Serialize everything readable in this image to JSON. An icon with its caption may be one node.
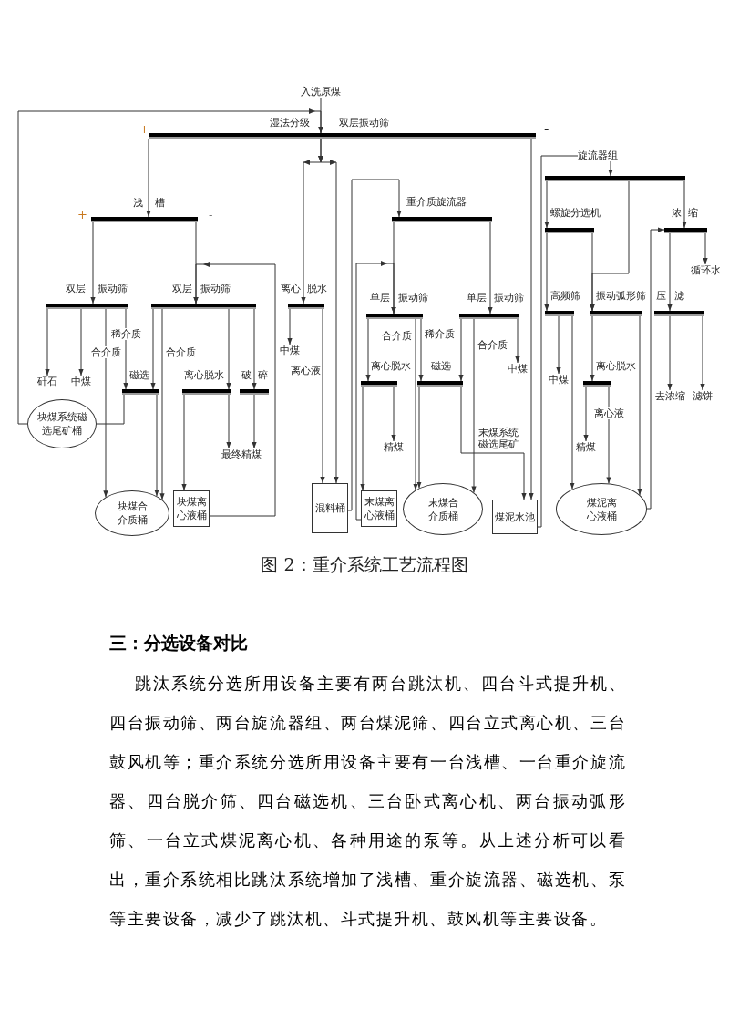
{
  "diagram": {
    "caption": "图 2：重介系统工艺流程图",
    "nodes": [
      {
        "text": [
          "入洗原煤"
        ]
      },
      {
        "text": [
          "湿法分级",
          "双层振动筛"
        ]
      },
      {
        "text": [
          "旋流器组"
        ]
      },
      {
        "text": [],
        "shape": "bar"
      },
      {
        "text": [
          "浅",
          "槽"
        ]
      },
      {
        "text": [
          "重介质旋流器"
        ]
      },
      {
        "text": [
          "螺旋分选机"
        ]
      },
      {
        "text": [
          "浓",
          "缩"
        ]
      },
      {
        "text": [
          "离心",
          "脱水"
        ]
      },
      {
        "text": [
          "双层",
          "振动筛"
        ]
      },
      {
        "text": [
          "双层",
          "振动筛"
        ]
      },
      {
        "text": [
          "单层",
          "振动筛"
        ]
      },
      {
        "text": [
          "单层",
          "振动筛"
        ]
      },
      {
        "text": [
          "高频筛"
        ]
      },
      {
        "text": [
          "振动弧形筛"
        ]
      },
      {
        "text": [
          "压",
          "滤"
        ]
      },
      {
        "text": [
          "循环水"
        ]
      },
      {
        "text": [
          "中煤"
        ]
      },
      {
        "text": [
          "中煤"
        ]
      },
      {
        "text": [
          "矸石"
        ]
      },
      {
        "text": [
          "中煤"
        ]
      },
      {
        "text": [
          "磁选"
        ]
      },
      {
        "text": [
          "离心脱水"
        ]
      },
      {
        "text": [
          "破",
          "碎"
        ]
      },
      {
        "text": [
          "离心脱水"
        ]
      },
      {
        "text": [
          "磁选"
        ]
      },
      {
        "text": [
          "中煤"
        ]
      },
      {
        "text": [
          "离心脱水"
        ]
      },
      {
        "text": [
          "去浓缩"
        ]
      },
      {
        "text": [
          "滤饼"
        ]
      },
      {
        "text": [
          "块煤系统磁选尾矿桶"
        ]
      },
      {
        "text": [
          "精煤"
        ]
      },
      {
        "text": [
          "精煤"
        ]
      },
      {
        "text": [
          "最终精煤"
        ]
      },
      {
        "text": [
          "块煤合介质桶"
        ]
      },
      {
        "text": [
          "块煤离心液桶"
        ]
      },
      {
        "text": [
          "混料桶"
        ]
      },
      {
        "text": [
          "末煤离心液桶"
        ]
      },
      {
        "text": [
          "末煤合介质桶"
        ]
      },
      {
        "text": [
          "煤泥水池"
        ]
      },
      {
        "text": [
          "煤泥离心液桶"
        ]
      }
    ],
    "edges": [
      {
        "from": 0,
        "to": 1,
        "arrow": "to"
      },
      {
        "from": 30,
        "to": 1,
        "arrow": "to"
      },
      {
        "from": 1,
        "to": 4,
        "arrow": "to"
      },
      {
        "from": 1,
        "to": 39,
        "arrow": "to"
      },
      {
        "from": 1,
        "to": 8,
        "arrow": "to"
      },
      {
        "from": 1,
        "to": 36,
        "arrow": "to"
      },
      {
        "from": 39,
        "to": 2,
        "arrow": "none"
      },
      {
        "from": 2,
        "to": 3,
        "arrow": "to"
      },
      {
        "from": 4,
        "to": 9,
        "arrow": "to"
      },
      {
        "from": 4,
        "to": 10,
        "arrow": "to"
      },
      {
        "from": 35,
        "to": 10,
        "arrow": "to"
      },
      {
        "from": 36,
        "to": 5,
        "arrow": "to"
      },
      {
        "from": 37,
        "to": 11,
        "arrow": "to"
      },
      {
        "from": 5,
        "to": 11,
        "arrow": "to"
      },
      {
        "from": 5,
        "to": 12,
        "arrow": "to"
      },
      {
        "from": 3,
        "to": 6,
        "arrow": "to"
      },
      {
        "from": 3,
        "to": 14,
        "arrow": "to"
      },
      {
        "from": 3,
        "to": 7,
        "arrow": "to"
      },
      {
        "from": 40,
        "to": 7,
        "arrow": "to"
      },
      {
        "from": 8,
        "to": 17,
        "arrow": "to"
      },
      {
        "from": 8,
        "to": 36,
        "arrow": "to",
        "label": "离心液"
      },
      {
        "from": 9,
        "to": 19,
        "arrow": "to"
      },
      {
        "from": 9,
        "to": 20,
        "arrow": "to"
      },
      {
        "from": 9,
        "to": 34,
        "arrow": "to",
        "label": "合介质"
      },
      {
        "from": 9,
        "to": 21,
        "arrow": "to",
        "label": "稀介质"
      },
      {
        "from": 10,
        "to": 21,
        "arrow": "to"
      },
      {
        "from": 10,
        "to": 34,
        "arrow": "to",
        "label": "合介质"
      },
      {
        "from": 10,
        "to": 22,
        "arrow": "to"
      },
      {
        "from": 10,
        "to": 23,
        "arrow": "to"
      },
      {
        "from": 11,
        "to": 24,
        "arrow": "to"
      },
      {
        "from": 11,
        "to": 38,
        "arrow": "to",
        "label": "合介质"
      },
      {
        "from": 11,
        "to": 25,
        "arrow": "to",
        "label": "稀介质"
      },
      {
        "from": 12,
        "to": 25,
        "arrow": "to"
      },
      {
        "from": 12,
        "to": 38,
        "arrow": "to",
        "label": "合介质"
      },
      {
        "from": 12,
        "to": 26,
        "arrow": "to"
      },
      {
        "from": 6,
        "to": 13,
        "arrow": "to"
      },
      {
        "from": 6,
        "to": 14,
        "arrow": "to"
      },
      {
        "from": 7,
        "to": 15,
        "arrow": "to"
      },
      {
        "from": 7,
        "to": 16,
        "arrow": "to"
      },
      {
        "from": 13,
        "to": 18,
        "arrow": "to"
      },
      {
        "from": 13,
        "to": 40,
        "arrow": "to"
      },
      {
        "from": 14,
        "to": 27,
        "arrow": "to"
      },
      {
        "from": 14,
        "to": 40,
        "arrow": "to"
      },
      {
        "from": 15,
        "to": 28,
        "arrow": "to"
      },
      {
        "from": 15,
        "to": 29,
        "arrow": "to"
      },
      {
        "from": 21,
        "to": 30,
        "arrow": "none"
      },
      {
        "from": 21,
        "to": 34,
        "arrow": "to"
      },
      {
        "from": 22,
        "to": 35,
        "arrow": "to"
      },
      {
        "from": 22,
        "to": 33,
        "arrow": "to"
      },
      {
        "from": 23,
        "to": 33,
        "arrow": "to"
      },
      {
        "from": 24,
        "to": 37,
        "arrow": "to"
      },
      {
        "from": 24,
        "to": 31,
        "arrow": "to"
      },
      {
        "from": 25,
        "to": 38,
        "arrow": "to"
      },
      {
        "from": 25,
        "to": 39,
        "arrow": "to",
        "label": "末煤系统磁选尾矿"
      },
      {
        "from": 27,
        "to": 32,
        "arrow": "to"
      },
      {
        "from": 27,
        "to": 40,
        "arrow": "to",
        "label": "离心液"
      }
    ],
    "labels": [
      "+",
      "-",
      "+",
      "-",
      "三：分选设备对比",
      "跳汰系统分选所用设备主要有两台跳汰机、四台斗式提升机、四台振动筛、两台旋流器组、两台煤泥筛、四台立式离心机、三台鼓风机等；重介系统分选所用设备主要有一台浅槽、一台重介旋流器、四台脱介筛、四台磁选机、三台卧式离心机、两台振动弧形筛、一台立式煤泥离心机、各种用途的泵等。从上述分析可以看出，重介系统相比跳汰系统增加了浅槽、重介旋流器、磁选机、泵等主要设备，减少了跳汰机、斗式提升机、鼓风机等主要设备。"
    ]
  }
}
